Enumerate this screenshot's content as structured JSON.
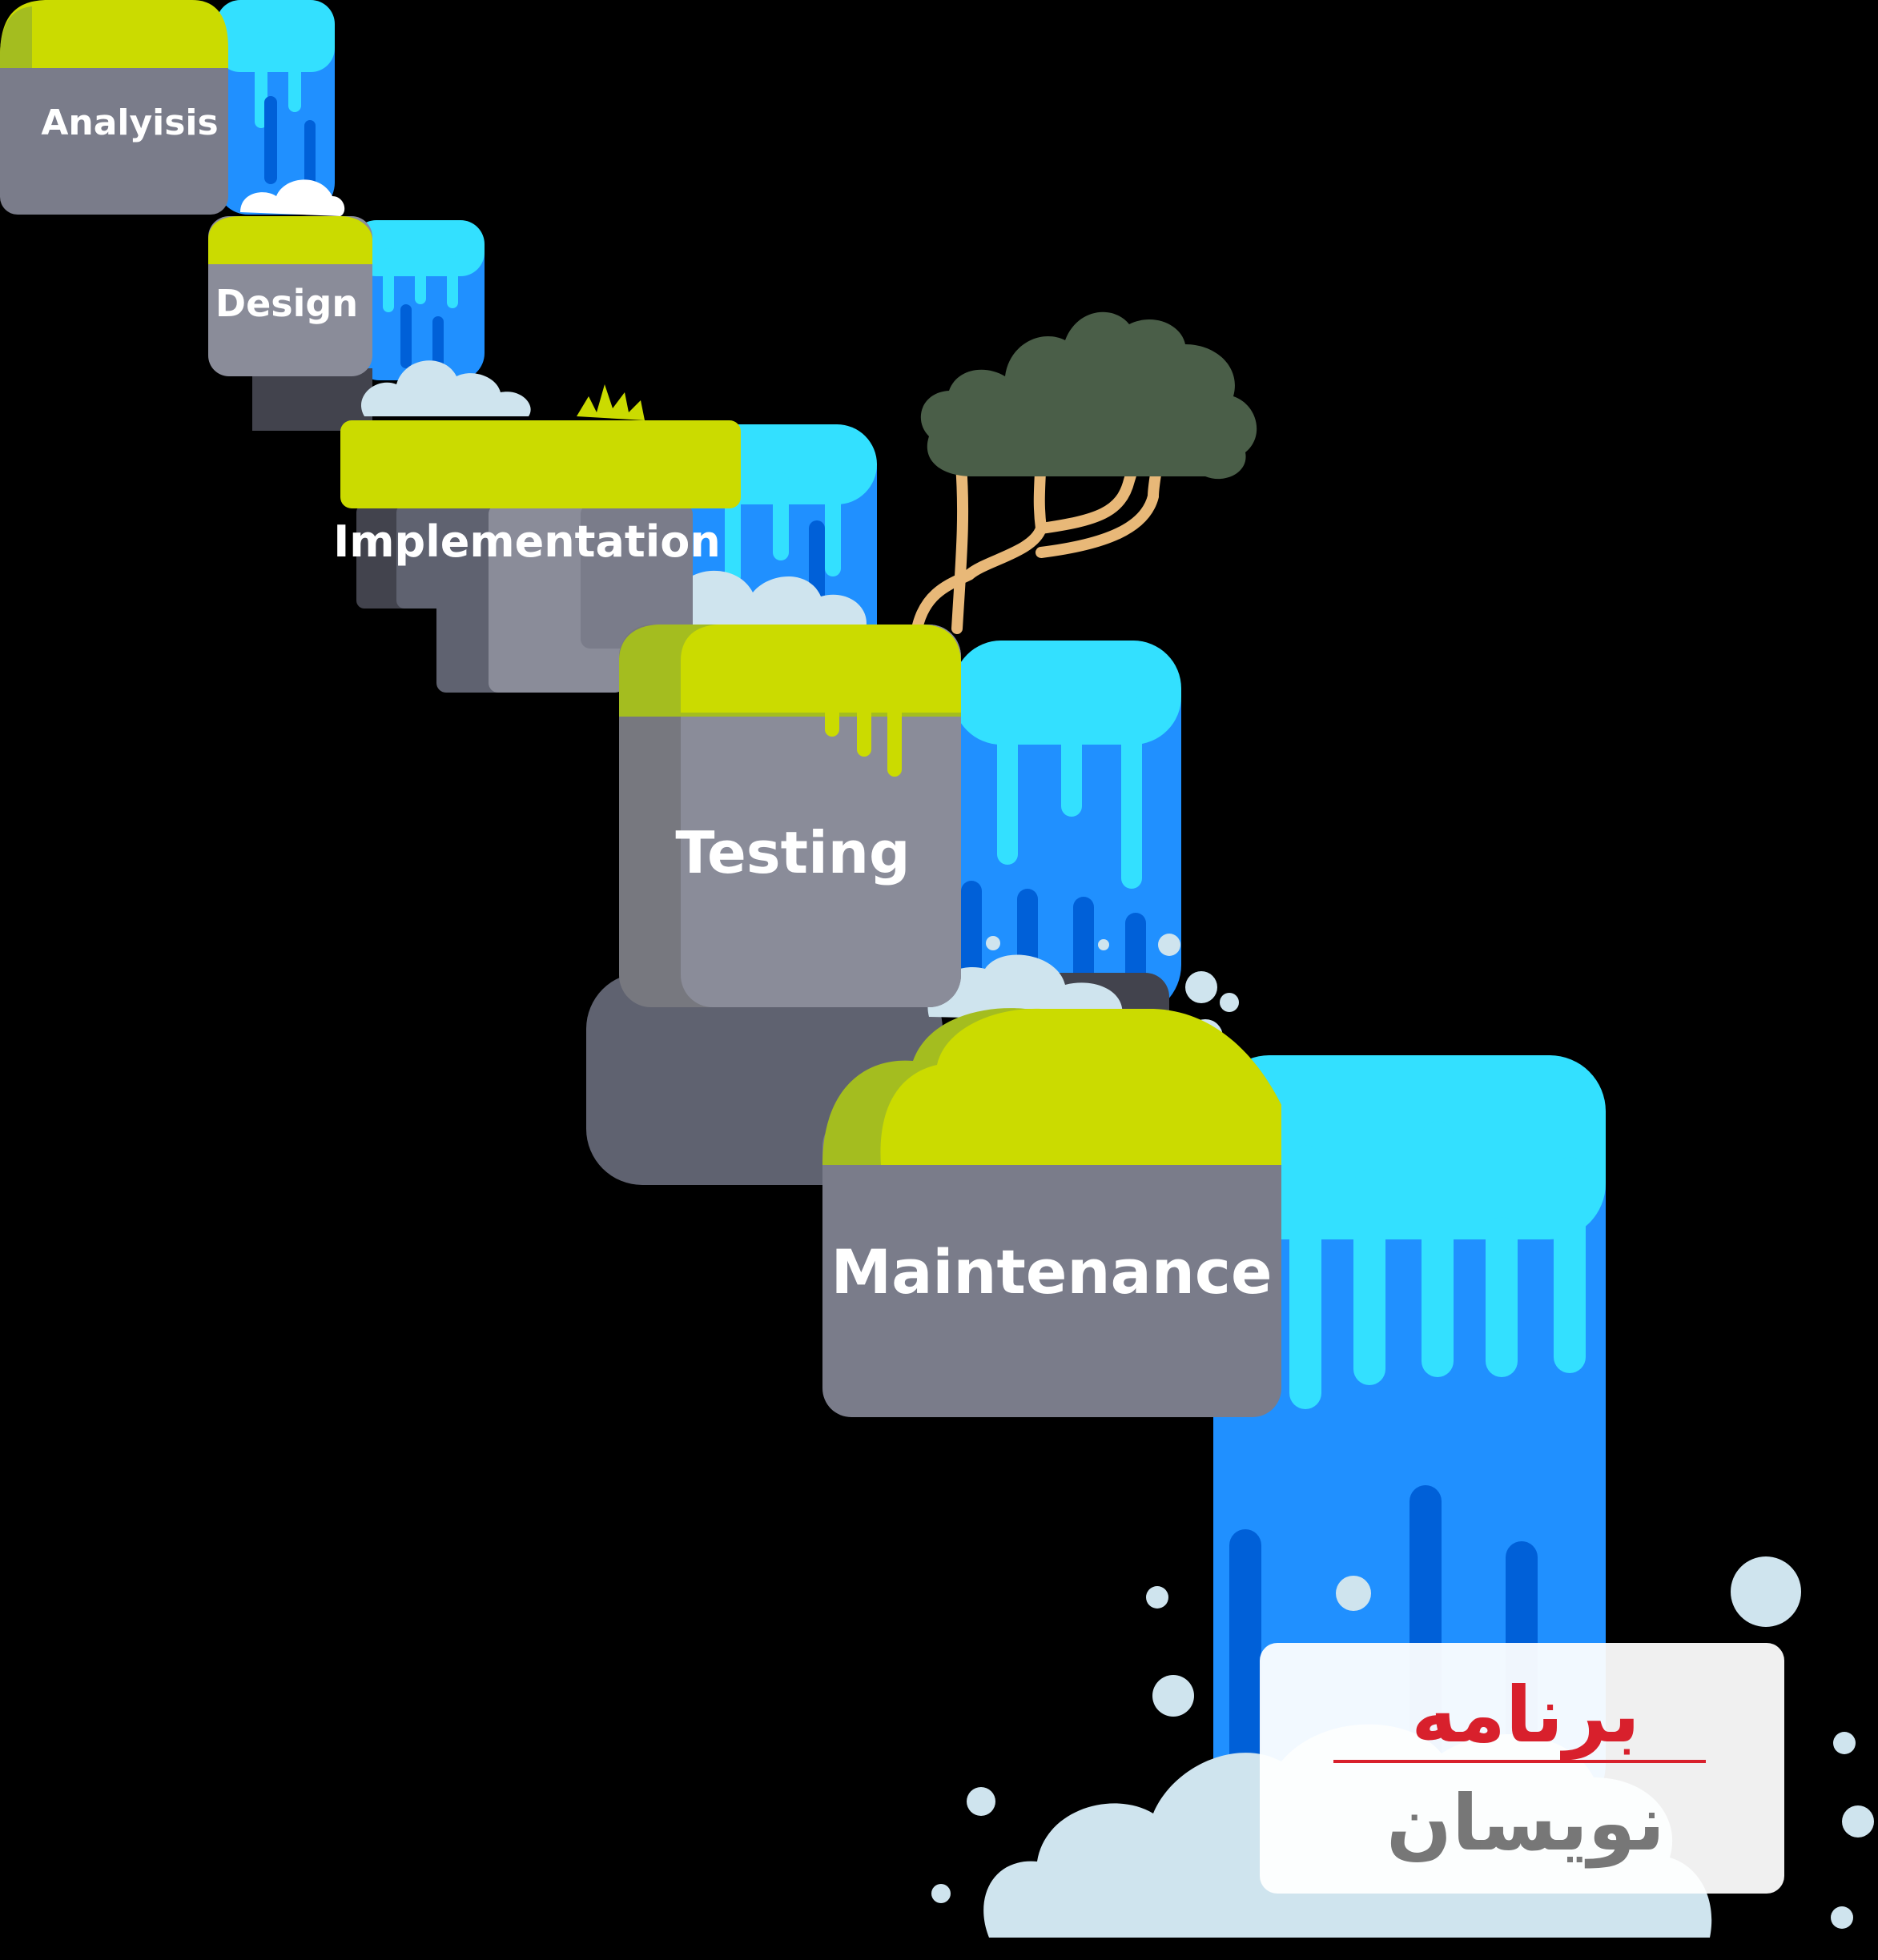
{
  "colors": {
    "background": "#000000",
    "moss": "#cbdb00",
    "moss_dark": "#a4bd1f",
    "rock": "#8a8c99",
    "rock_dark": "#5f6270",
    "rock_darker": "#42434d",
    "water_light": "#33e0ff",
    "water_mid": "#2090ff",
    "water_dark": "#0060d8",
    "foam": "#cfe4ee",
    "tree_crown": "#4a5e48",
    "tree_trunk": "#e8b878",
    "watermark_red": "#d8202c",
    "watermark_grey": "#777777"
  },
  "stages": [
    {
      "id": "analysis",
      "label": "Analyisis"
    },
    {
      "id": "design",
      "label": "Design"
    },
    {
      "id": "implementation",
      "label": "Implementation"
    },
    {
      "id": "testing",
      "label": "Testing"
    },
    {
      "id": "maintenance",
      "label": "Maintenance"
    }
  ],
  "watermark": {
    "line1": "برنامه",
    "line2": "نویسان"
  }
}
